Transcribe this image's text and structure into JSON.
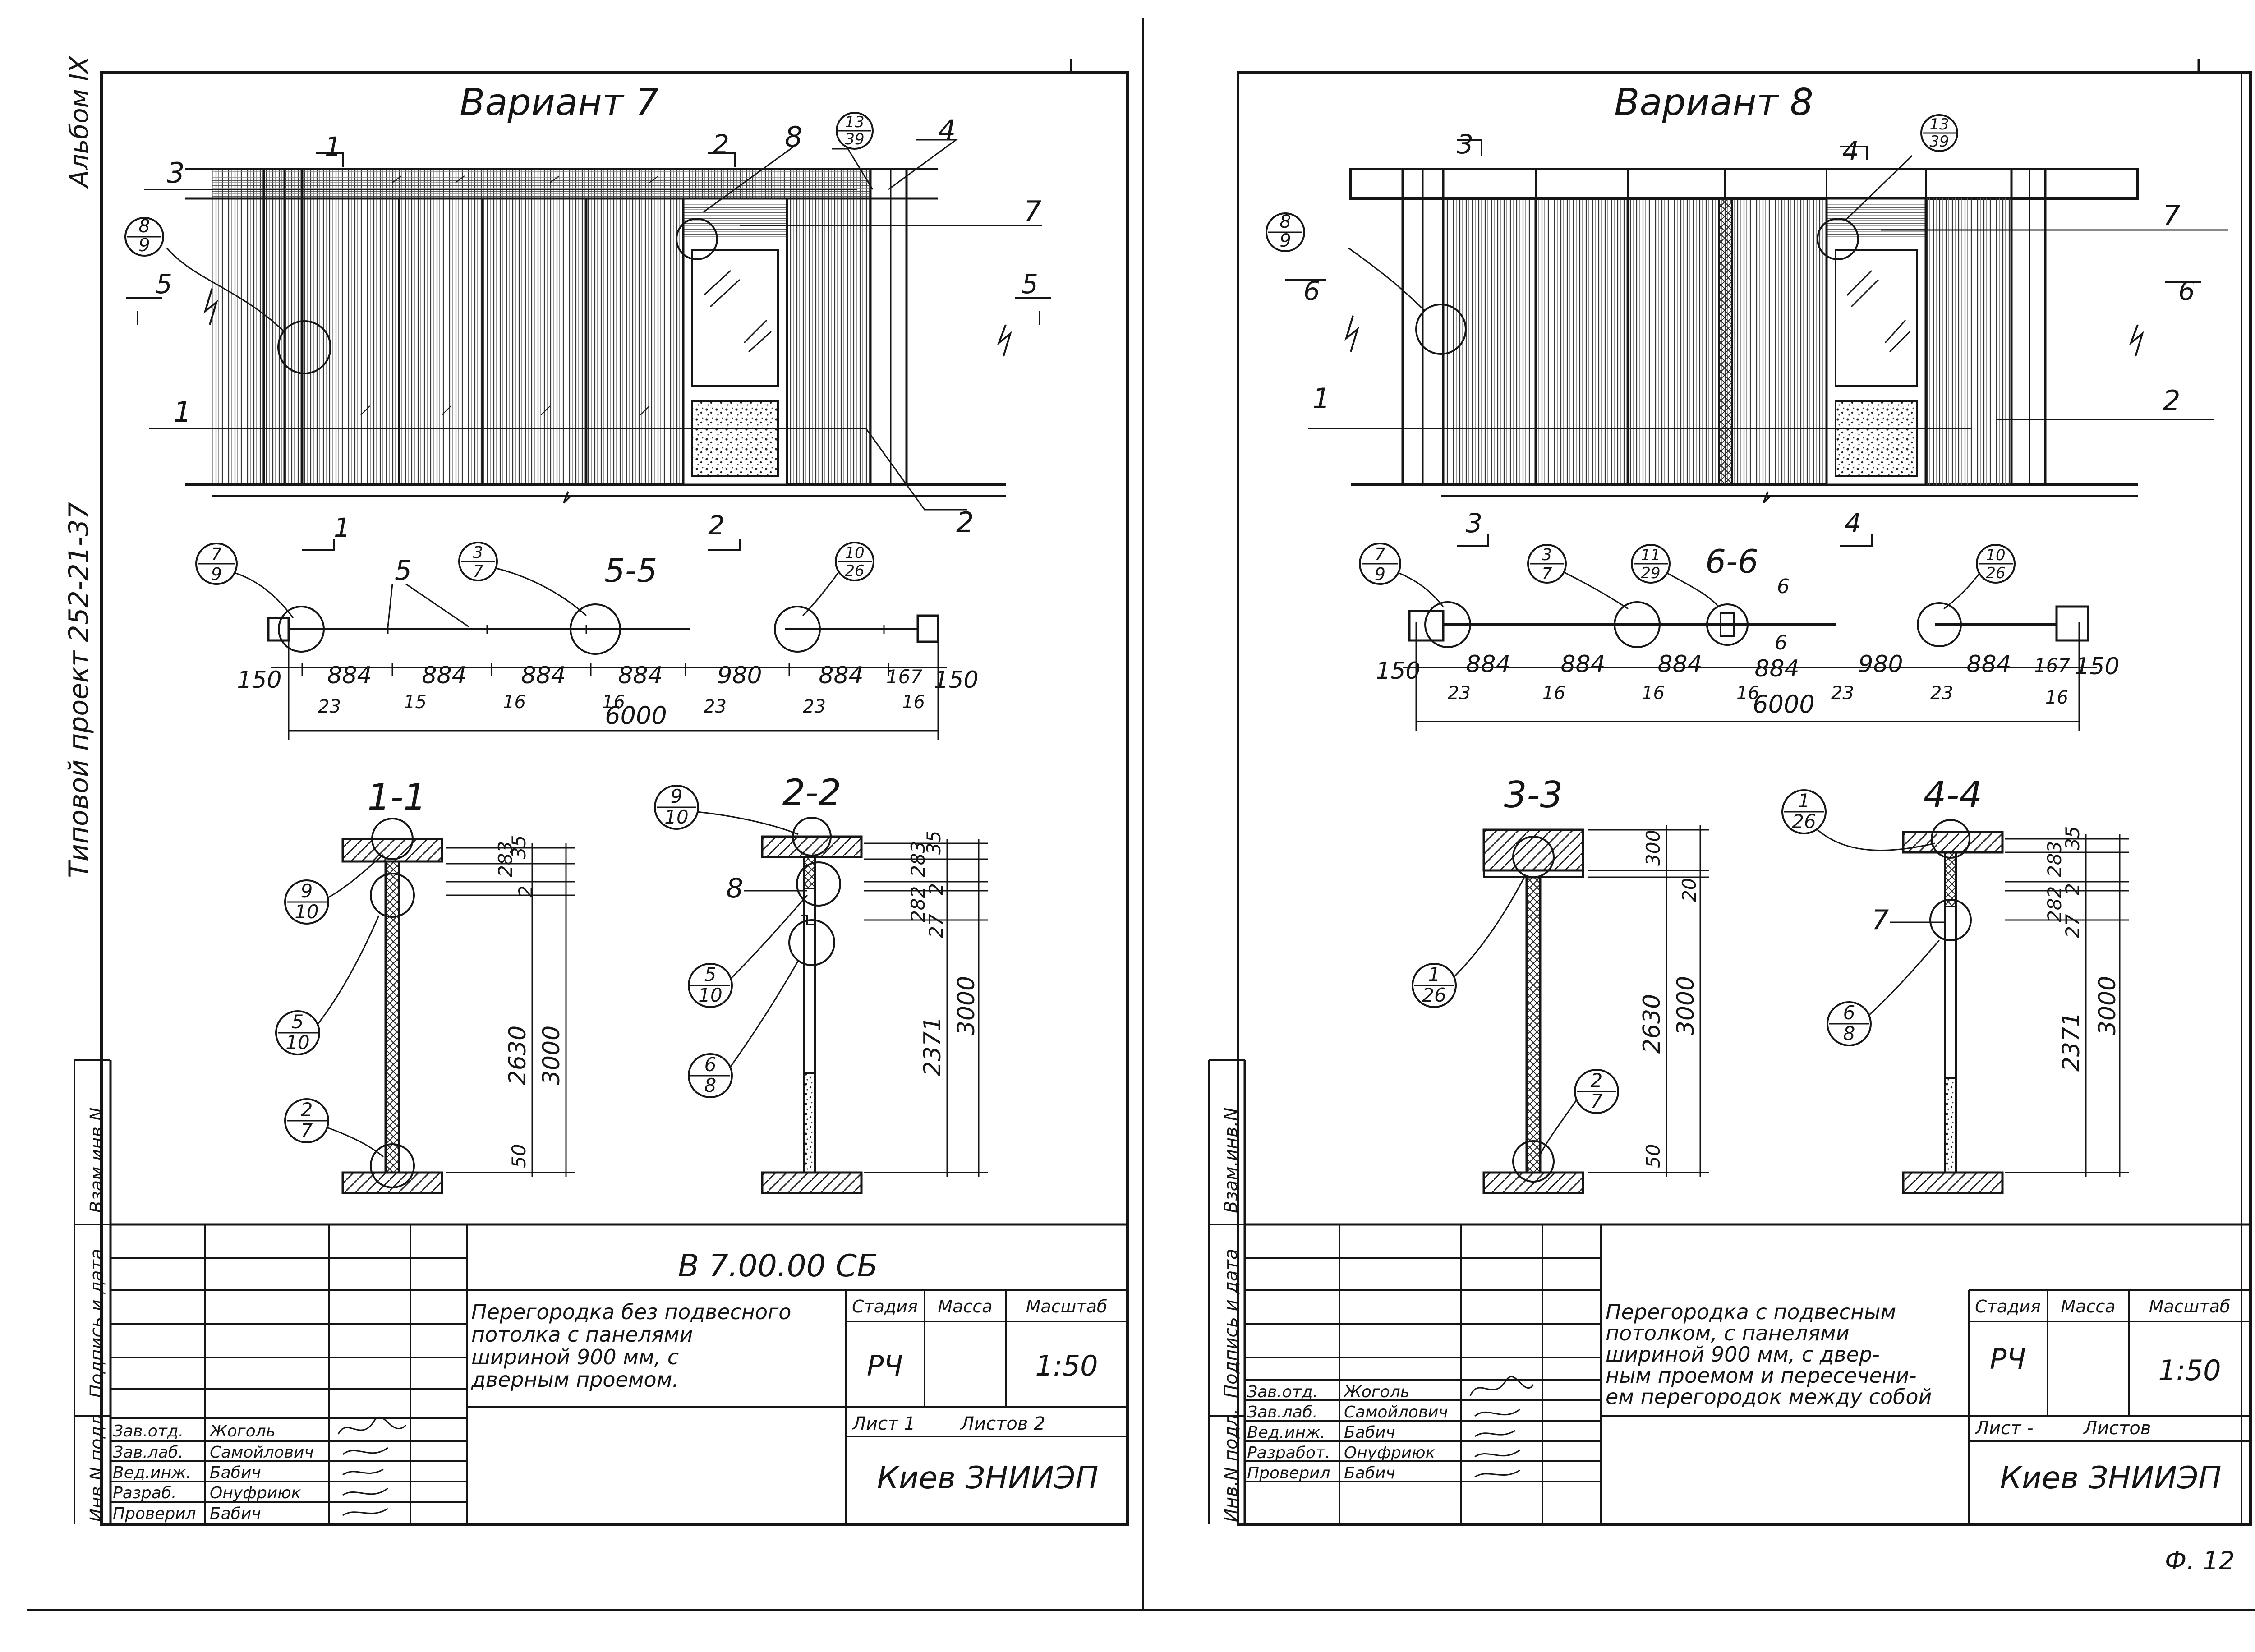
{
  "side_labels": {
    "album": "Альбом IX",
    "project": "Типовой проект 252-21-37",
    "stamp_cols": [
      "Инв.N подл.",
      "Подпись и дата",
      "Взам.инв.N"
    ]
  },
  "page_mark": "Ф. 12",
  "left": {
    "title": "Вариант 7",
    "callouts": {
      "c1": "1",
      "c2": "2",
      "c3": "3",
      "c4": "4",
      "c7": "7",
      "c8": "8",
      "c5": "5",
      "c1b": "1",
      "c2b": "2",
      "c2c": "2"
    },
    "circle_refs": {
      "top": [
        "13",
        "39"
      ],
      "side": [
        "8",
        "9"
      ]
    },
    "section_marks": {
      "s1": "1",
      "s2": "2",
      "s5a": "5",
      "s5b": "5",
      "s1b": "1",
      "s2b": "2"
    },
    "plan": {
      "title": "5-5",
      "label_5": "5",
      "refs": {
        "a": [
          "7",
          "9"
        ],
        "b": [
          "3",
          "7"
        ],
        "c": [
          "10",
          "26"
        ]
      },
      "dims": [
        "150",
        "884",
        "884",
        "884",
        "884",
        "980",
        "884",
        "167",
        "150"
      ],
      "sub": [
        "23",
        "15",
        "16",
        "16",
        "23",
        "23",
        "16"
      ],
      "total": "6000"
    },
    "sec1": {
      "title": "1-1",
      "refs": {
        "a": [
          "9",
          "10"
        ],
        "b": [
          "5",
          "10"
        ],
        "c": [
          "2",
          "7"
        ]
      },
      "dims": [
        "35",
        "283",
        "2",
        "2630",
        "3000",
        "50"
      ]
    },
    "sec2": {
      "title": "2-2",
      "refs": {
        "a": [
          "9",
          "10"
        ],
        "b": [
          "5",
          "10"
        ],
        "c": [
          "6",
          "8"
        ]
      },
      "label8": "8",
      "dims": [
        "35",
        "283",
        "2",
        "282",
        "27",
        "2371",
        "3000"
      ]
    },
    "stamp": {
      "code": "В 7.00.00 СБ",
      "desc": [
        "Перегородка без подвесного",
        "потолка с панелями",
        "шириной 900 мм, с",
        "дверным проемом."
      ],
      "headers": [
        "Стадия",
        "Масса",
        "Масштаб"
      ],
      "stage": "РЧ",
      "scale": "1:50",
      "sheet_lbl": "Лист 1",
      "sheets_lbl": "Листов 2",
      "org": "Киев ЗНИИЭП",
      "roles": [
        "Зав.отд.",
        "Зав.лаб.",
        "Вед.инж.",
        "Разраб.",
        "Проверил"
      ],
      "names": [
        "Жоголь",
        "Самойлович",
        "Бабич",
        "Онуфриюк",
        "Бабич"
      ]
    }
  },
  "right": {
    "title": "Вариант 8",
    "callouts": {
      "c1": "1",
      "c2": "2",
      "c7": "7"
    },
    "circle_refs": {
      "top": [
        "13",
        "39"
      ],
      "side": [
        "8",
        "9"
      ]
    },
    "section_marks": {
      "s3": "3",
      "s4": "4",
      "s6a": "6",
      "s6b": "6",
      "s3b": "3",
      "s4b": "4"
    },
    "plan": {
      "title": "6-6",
      "label_6a": "6",
      "label_6b": "6",
      "refs": {
        "a": [
          "7",
          "9"
        ],
        "b": [
          "3",
          "7"
        ],
        "d": [
          "11",
          "29"
        ],
        "c": [
          "10",
          "26"
        ]
      },
      "dims": [
        "150",
        "884",
        "884",
        "884",
        "884",
        "980",
        "884",
        "167",
        "150"
      ],
      "sub": [
        "23",
        "16",
        "16",
        "16",
        "23",
        "23",
        "16"
      ],
      "total": "6000"
    },
    "sec3": {
      "title": "3-3",
      "refs": {
        "a": [
          "1",
          "26"
        ],
        "c": [
          "2",
          "7"
        ]
      },
      "dims": [
        "300",
        "20",
        "2630",
        "3000",
        "50"
      ]
    },
    "sec4": {
      "title": "4-4",
      "refs": {
        "a": [
          "1",
          "26"
        ],
        "c": [
          "6",
          "8"
        ]
      },
      "label7": "7",
      "dims": [
        "35",
        "283",
        "2",
        "282",
        "27",
        "2371",
        "3000"
      ]
    },
    "stamp": {
      "desc": [
        "Перегородка с подвесным",
        "потолком, с панелями",
        "шириной 900 мм, с двер-",
        "ным проемом и пересечени-",
        "ем перегородок между собой"
      ],
      "headers": [
        "Стадия",
        "Масса",
        "Масштаб"
      ],
      "stage": "РЧ",
      "scale": "1:50",
      "sheet_lbl": "Лист -",
      "sheets_lbl": "Листов",
      "org": "Киев ЗНИИЭП",
      "roles": [
        "Зав.отд.",
        "Зав.лаб.",
        "Вед.инж.",
        "Разработ.",
        "Проверил"
      ],
      "names": [
        "Жоголь",
        "Самойлович",
        "Бабич",
        "Онуфриюк",
        "Бабич"
      ]
    }
  }
}
